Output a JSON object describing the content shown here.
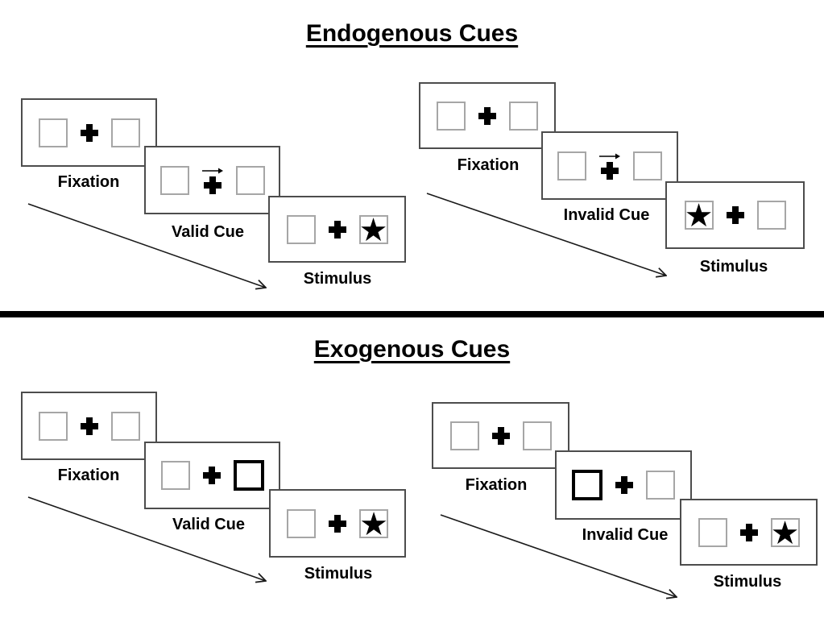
{
  "glyphs": {
    "star": "★"
  },
  "sections": [
    {
      "title": "Endogenous Cues",
      "groups": [
        {
          "name": "valid",
          "cue_type": "central-arrow-right",
          "star_side": "right",
          "panels": [
            {
              "label": "Fixation"
            },
            {
              "label": "Valid Cue"
            },
            {
              "label": "Stimulus"
            }
          ]
        },
        {
          "name": "invalid",
          "cue_type": "central-arrow-right",
          "star_side": "left",
          "panels": [
            {
              "label": "Fixation"
            },
            {
              "label": "Invalid Cue"
            },
            {
              "label": "Stimulus"
            }
          ]
        }
      ]
    },
    {
      "title": "Exogenous Cues",
      "groups": [
        {
          "name": "valid",
          "cue_type": "peripheral-box-right",
          "star_side": "right",
          "panels": [
            {
              "label": "Fixation"
            },
            {
              "label": "Valid Cue"
            },
            {
              "label": "Stimulus"
            }
          ]
        },
        {
          "name": "invalid",
          "cue_type": "peripheral-box-left",
          "star_side": "right",
          "panels": [
            {
              "label": "Fixation"
            },
            {
              "label": "Invalid Cue"
            },
            {
              "label": "Stimulus"
            }
          ]
        }
      ]
    }
  ]
}
